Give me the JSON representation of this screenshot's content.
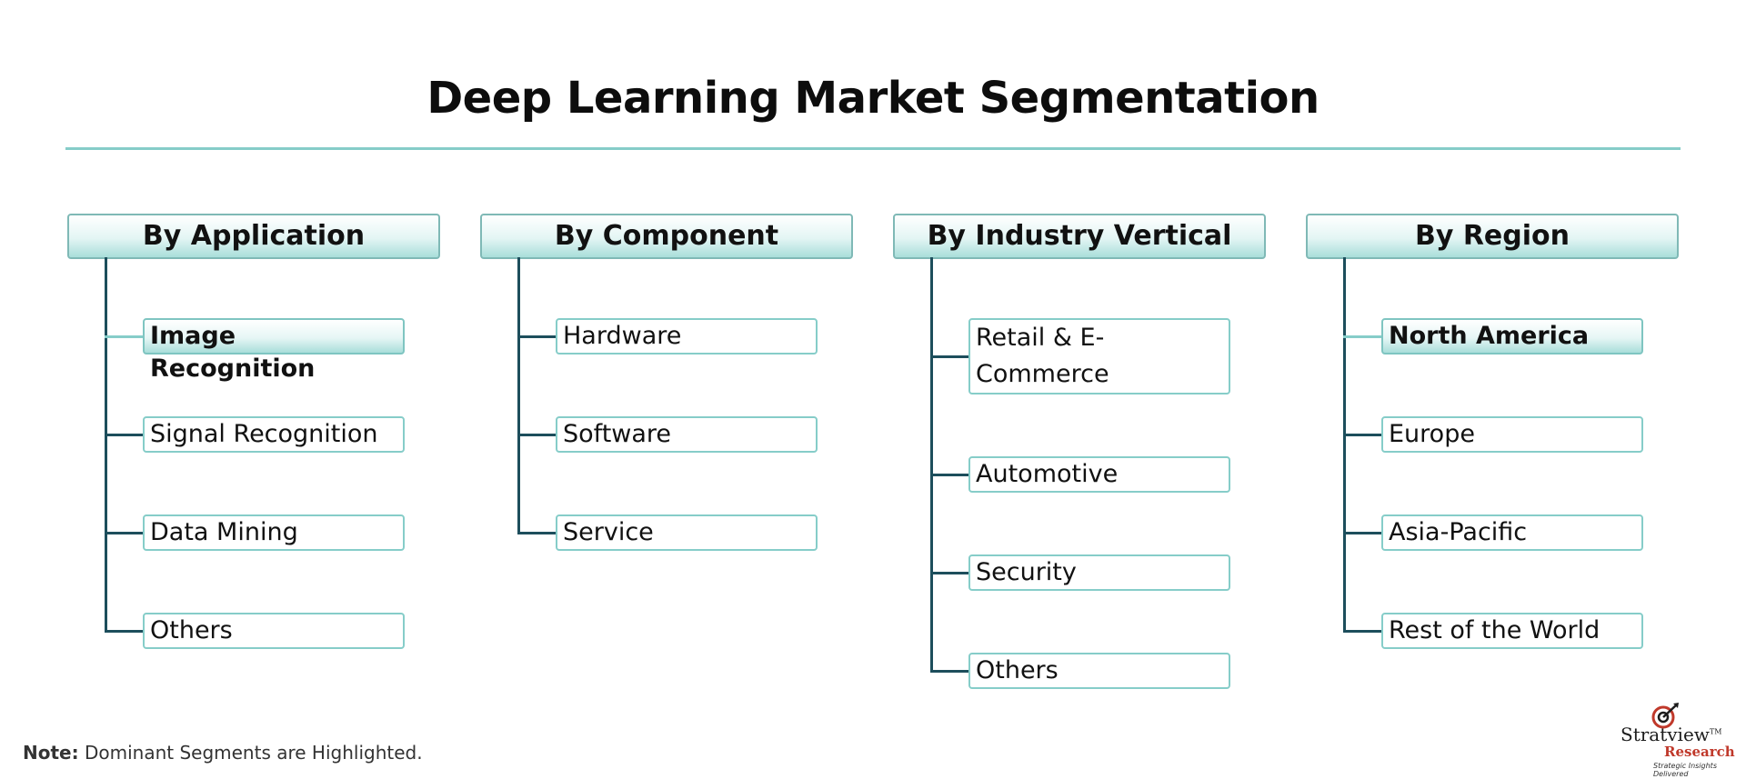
{
  "title": "Deep Learning Market Segmentation",
  "colors": {
    "accent": "#86cdc9",
    "connector": "#1d4e5c",
    "header_border": "#7fb9b6",
    "logo_red": "#c0392b"
  },
  "columns": [
    {
      "header": "By Application",
      "items": [
        {
          "label": "Image Recognition",
          "dominant": true
        },
        {
          "label": "Signal Recognition",
          "dominant": false
        },
        {
          "label": "Data Mining",
          "dominant": false
        },
        {
          "label": "Others",
          "dominant": false
        }
      ]
    },
    {
      "header": "By Component",
      "items": [
        {
          "label": "Hardware",
          "dominant": false
        },
        {
          "label": "Software",
          "dominant": false
        },
        {
          "label": "Service",
          "dominant": false
        }
      ]
    },
    {
      "header": "By Industry Vertical",
      "items": [
        {
          "label": "Retail & E-Commerce",
          "dominant": false
        },
        {
          "label": "Automotive",
          "dominant": false
        },
        {
          "label": "Security",
          "dominant": false
        },
        {
          "label": "Others",
          "dominant": false
        }
      ]
    },
    {
      "header": "By Region",
      "items": [
        {
          "label": "North America",
          "dominant": true
        },
        {
          "label": "Europe",
          "dominant": false
        },
        {
          "label": "Asia-Pacific",
          "dominant": false
        },
        {
          "label": "Rest of the World",
          "dominant": false
        }
      ]
    }
  ],
  "note": {
    "label": "Note:",
    "text": "Dominant Segments are Highlighted."
  },
  "logo": {
    "name": "Stratview",
    "tm": "TM",
    "sub": "Research",
    "tagline": "Strategic Insights Delivered",
    "icon": "target-arrow-icon"
  }
}
